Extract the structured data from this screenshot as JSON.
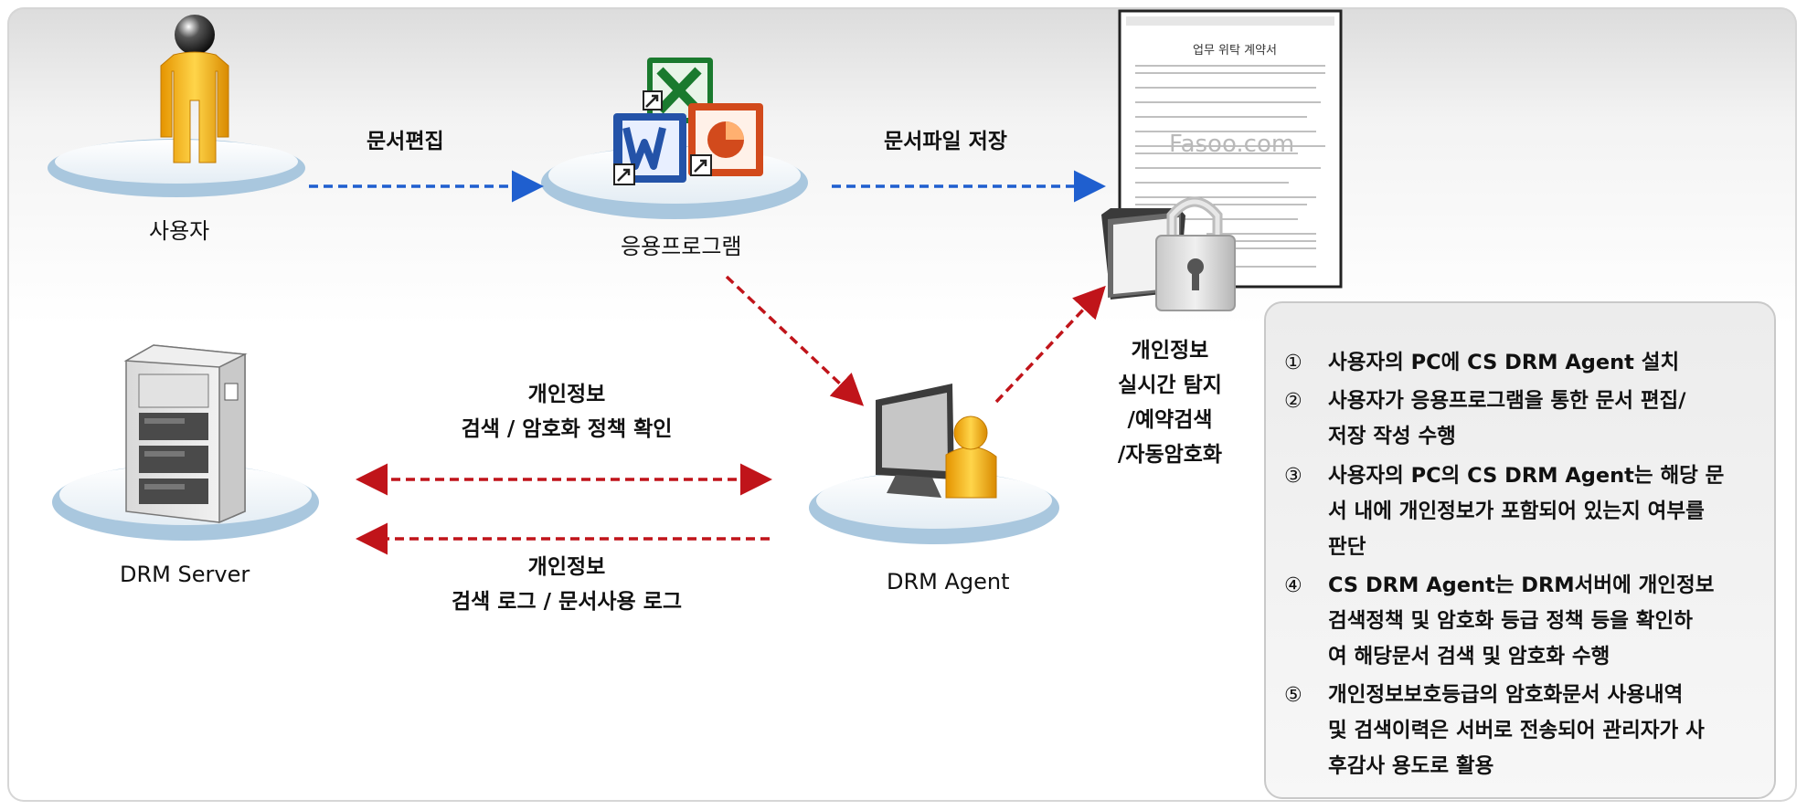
{
  "nodes": {
    "user": "사용자",
    "app": "응용프로그램",
    "server": "DRM Server",
    "agent": "DRM Agent"
  },
  "document": {
    "title": "업무 위탁 계약서",
    "watermark": "Fasoo.com"
  },
  "arrows": {
    "edit": "문서편집",
    "save": "문서파일 저장",
    "policy_line1": "개인정보",
    "policy_line2": "검색 / 암호화 정책 확인",
    "log_line1": "개인정보",
    "log_line2": "검색 로그 / 문서사용 로그",
    "detect_line1": "개인정보",
    "detect_line2": "실시간 탐지",
    "detect_line3": "/예약검색",
    "detect_line4": "/자동암호화"
  },
  "notes": [
    {
      "num": "①",
      "lines": [
        "사용자의 PC에 CS DRM Agent 설치"
      ]
    },
    {
      "num": "②",
      "lines": [
        "사용자가 응용프로그램을 통한 문서 편집/",
        "저장 작성 수행"
      ]
    },
    {
      "num": "③",
      "lines": [
        "사용자의 PC의 CS DRM Agent는  해당 문",
        "서 내에 개인정보가 포함되어 있는지 여부를",
        "판단"
      ]
    },
    {
      "num": "④",
      "lines": [
        "CS DRM Agent는 DRM서버에 개인정보",
        "검색정책 및 암호화 등급 정책 등을 확인하",
        "여 해당문서 검색 및 암호화 수행"
      ]
    },
    {
      "num": "⑤",
      "lines": [
        "개인정보보호등급의 암호화문서 사용내역",
        "및 검색이력은 서버로 전송되어 관리자가 사",
        "후감사 용도로 활용"
      ]
    }
  ],
  "colors": {
    "blue_arrow": "#1f5fcf",
    "red_arrow": "#c0141a",
    "platform": "#a9c7de"
  }
}
